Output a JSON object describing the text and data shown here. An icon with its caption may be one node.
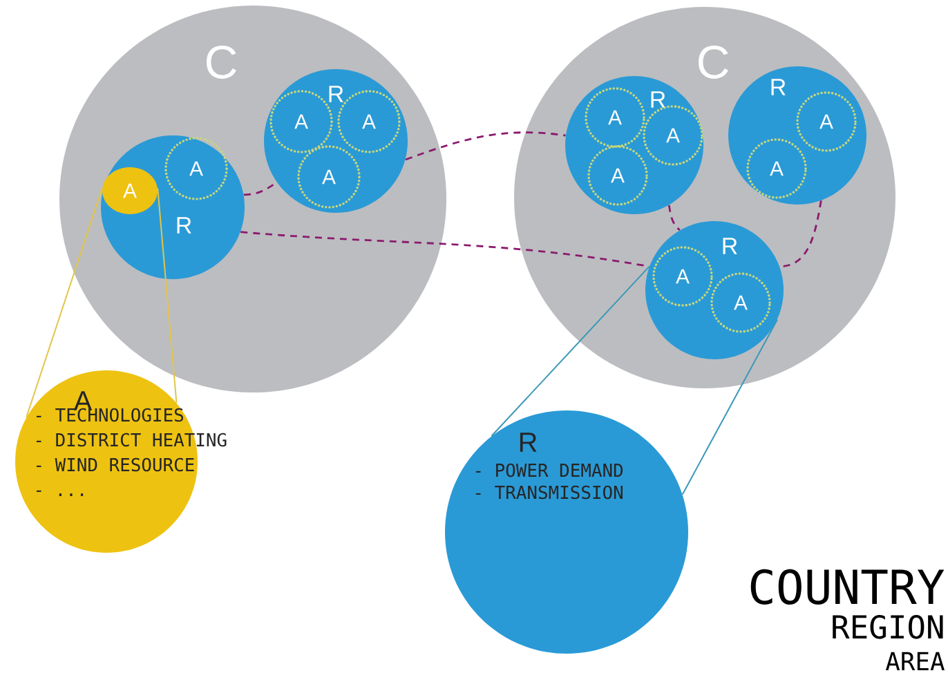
{
  "diagram": {
    "nodes": [
      {
        "text": [
          "C"
        ]
      },
      {
        "text": [
          "R"
        ],
        "in": 0
      },
      {
        "text": [
          "A"
        ],
        "in": 1
      },
      {
        "text": [
          "A"
        ],
        "in": 1
      },
      {
        "text": [
          "R"
        ],
        "in": 0
      },
      {
        "text": [
          "A"
        ],
        "in": 4
      },
      {
        "text": [
          "A"
        ],
        "in": 4
      },
      {
        "text": [
          "A"
        ],
        "in": 4
      },
      {
        "text": [
          "C"
        ]
      },
      {
        "text": [
          "R"
        ],
        "in": 8
      },
      {
        "text": [
          "A"
        ],
        "in": 9
      },
      {
        "text": [
          "A"
        ],
        "in": 9
      },
      {
        "text": [
          "A"
        ],
        "in": 9
      },
      {
        "text": [
          "R"
        ],
        "in": 8
      },
      {
        "text": [
          "A"
        ],
        "in": 13
      },
      {
        "text": [
          "A"
        ],
        "in": 13
      },
      {
        "text": [
          "R"
        ],
        "in": 8
      },
      {
        "text": [
          "A"
        ],
        "in": 16
      },
      {
        "text": [
          "A"
        ],
        "in": 16
      },
      {
        "text": [
          "A",
          "- TECHNOLOGIES",
          "- DISTRICT HEATING",
          "- WIND RESOURCE",
          "- ..."
        ]
      },
      {
        "text": [
          "R",
          "- POWER DEMAND",
          "- TRANSMISSION"
        ]
      }
    ],
    "edges": [
      {
        "from": 1,
        "to": 4,
        "arrow": "none",
        "style": "dashed",
        "color": "#8b1a6e"
      },
      {
        "from": 4,
        "to": 9,
        "arrow": "none",
        "style": "dashed",
        "color": "#8b1a6e"
      },
      {
        "from": 1,
        "to": 16,
        "arrow": "none",
        "style": "dashed",
        "color": "#8b1a6e"
      },
      {
        "from": 9,
        "to": 16,
        "arrow": "none",
        "style": "dashed",
        "color": "#8b1a6e"
      },
      {
        "from": 13,
        "to": 16,
        "arrow": "none",
        "style": "dashed",
        "color": "#8b1a6e"
      },
      {
        "from": 2,
        "to": 19,
        "arrow": "none",
        "color": "#e2c548"
      },
      {
        "from": 16,
        "to": 20,
        "arrow": "none",
        "color": "#3a98b8"
      }
    ],
    "labels": [
      "COUNTRY",
      "REGION",
      "AREA"
    ]
  }
}
